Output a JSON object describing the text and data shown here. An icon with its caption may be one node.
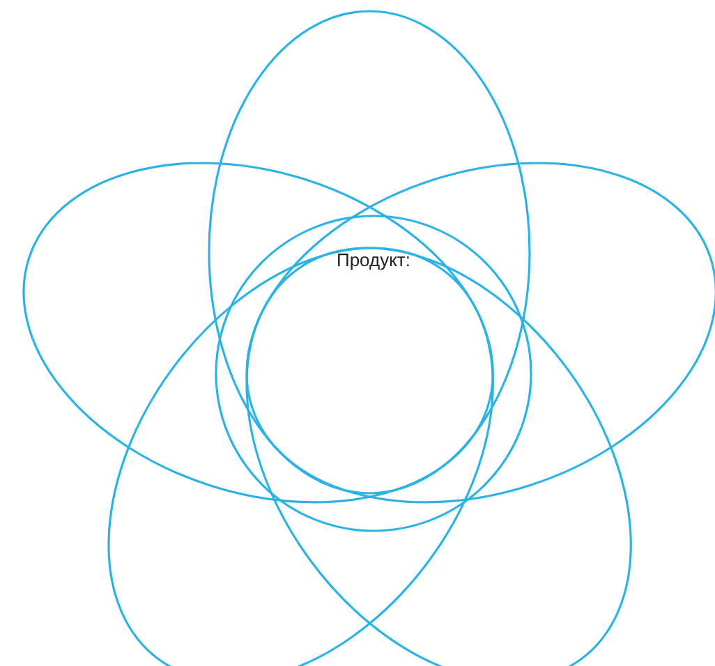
{
  "diagram": {
    "nodes": [
      {
        "text": [
          "Продукт:"
        ]
      },
      {
        "text": [],
        "shape": "ellipse"
      },
      {
        "text": [],
        "shape": "ellipse"
      },
      {
        "text": [],
        "shape": "ellipse"
      },
      {
        "text": [],
        "shape": "ellipse"
      },
      {
        "text": [],
        "shape": "ellipse"
      }
    ]
  }
}
